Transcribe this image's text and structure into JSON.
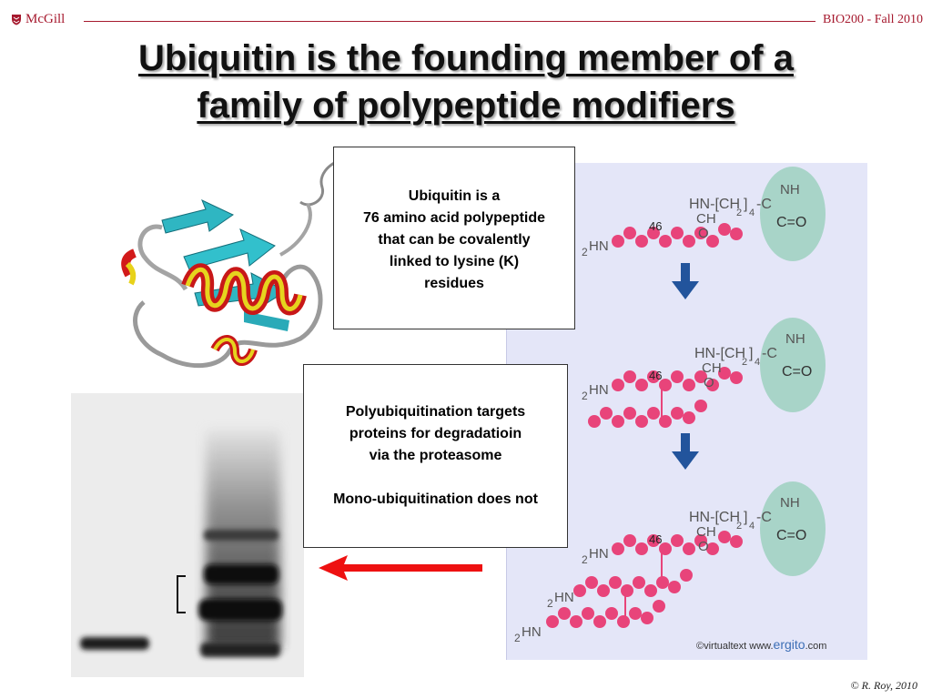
{
  "header": {
    "institution": "McGill",
    "course": "BIO200 - Fall 2010"
  },
  "title": {
    "line1": "Ubiquitin is the founding member of a",
    "line2": "family of polypeptide modifiers"
  },
  "callout_structure": {
    "line1": "Ubiquitin is a",
    "line2": "76 amino acid polypeptide",
    "line3": "that can be covalently",
    "line4": "linked to lysine (K)",
    "line5": "residues"
  },
  "callout_function": {
    "line1": "Polyubiquitination targets",
    "line2": "proteins for degradatioin",
    "line3": "via the proteasome",
    "line4": "Mono-ubiquitination does not"
  },
  "diagram": {
    "lysine_residue_number": "46",
    "amino_terminus": "HN",
    "amino_subscript": "2",
    "side_chain_head": "HN-[CH",
    "side_chain_sub_2": "2",
    "side_chain_close": "]",
    "side_chain_sub_4": "4",
    "side_chain_link": "-C",
    "carbonyl_top": "NH",
    "carbonyl_bottom": "C=O",
    "backbone_ch": "CH",
    "backbone_o": "O",
    "backbone_bar": "|",
    "credit_publisher": "©virtualtext",
    "credit_site_prefix": "www.",
    "credit_site_logo": "ergito",
    "credit_site_suffix": ".com"
  },
  "footer": {
    "copyright": "©  R. Roy, 2010"
  },
  "colors": {
    "mcgill_red": "#a6192e",
    "ubiquitin_bead": "#e8447a",
    "step_arrow": "#22549c",
    "bond_arrow": "#ee1111",
    "target_oval": "#a8d4c8"
  }
}
